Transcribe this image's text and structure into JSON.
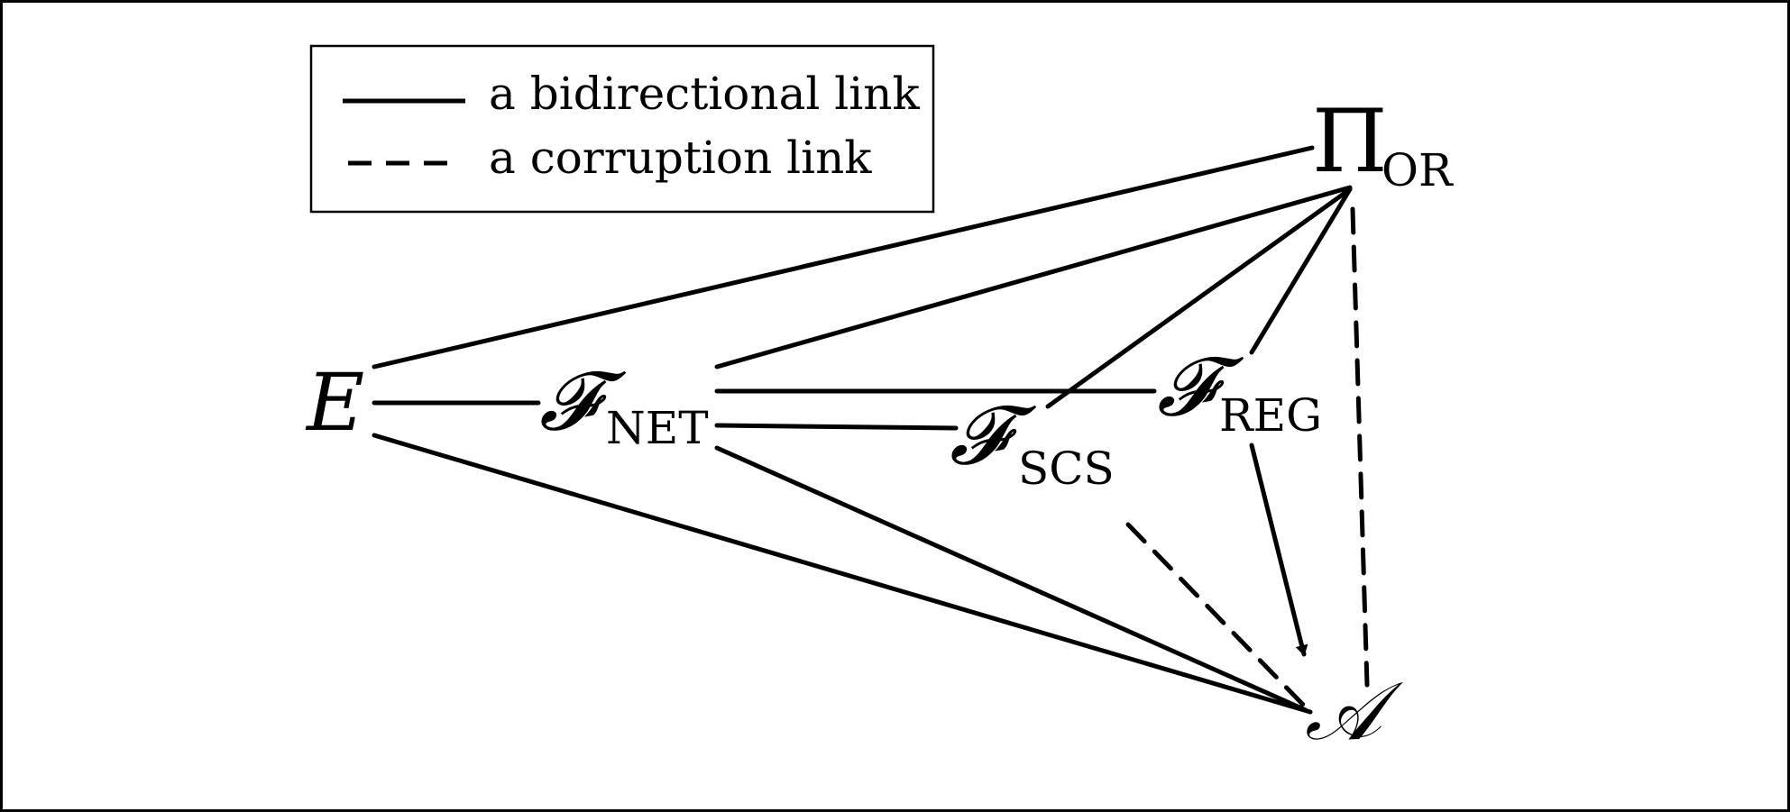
{
  "legend": {
    "solid_label": "a bidirectional link",
    "dashed_label": "a corruption link"
  },
  "nodes": {
    "E": {
      "label": "E",
      "sub": ""
    },
    "F_NET": {
      "label": "𝓕",
      "sub": "NET"
    },
    "F_SCS": {
      "label": "𝓕",
      "sub": "SCS"
    },
    "F_REG": {
      "label": "𝓕",
      "sub": "REG"
    },
    "PI_OR": {
      "label": "Π",
      "sub": "OR"
    },
    "A": {
      "label": "𝒜",
      "sub": ""
    }
  },
  "links": [
    {
      "from": "E",
      "to": "F_NET",
      "style": "solid"
    },
    {
      "from": "E",
      "to": "PI_OR",
      "style": "solid"
    },
    {
      "from": "E",
      "to": "A",
      "style": "solid"
    },
    {
      "from": "F_NET",
      "to": "PI_OR",
      "style": "solid"
    },
    {
      "from": "F_NET",
      "to": "F_REG",
      "style": "solid"
    },
    {
      "from": "F_NET",
      "to": "F_SCS",
      "style": "solid"
    },
    {
      "from": "F_NET",
      "to": "A",
      "style": "solid"
    },
    {
      "from": "F_SCS",
      "to": "PI_OR",
      "style": "solid"
    },
    {
      "from": "F_REG",
      "to": "PI_OR",
      "style": "solid"
    },
    {
      "from": "F_REG",
      "to": "A",
      "style": "arrow"
    },
    {
      "from": "F_SCS",
      "to": "A",
      "style": "dashed"
    },
    {
      "from": "PI_OR",
      "to": "A",
      "style": "dashed"
    }
  ]
}
